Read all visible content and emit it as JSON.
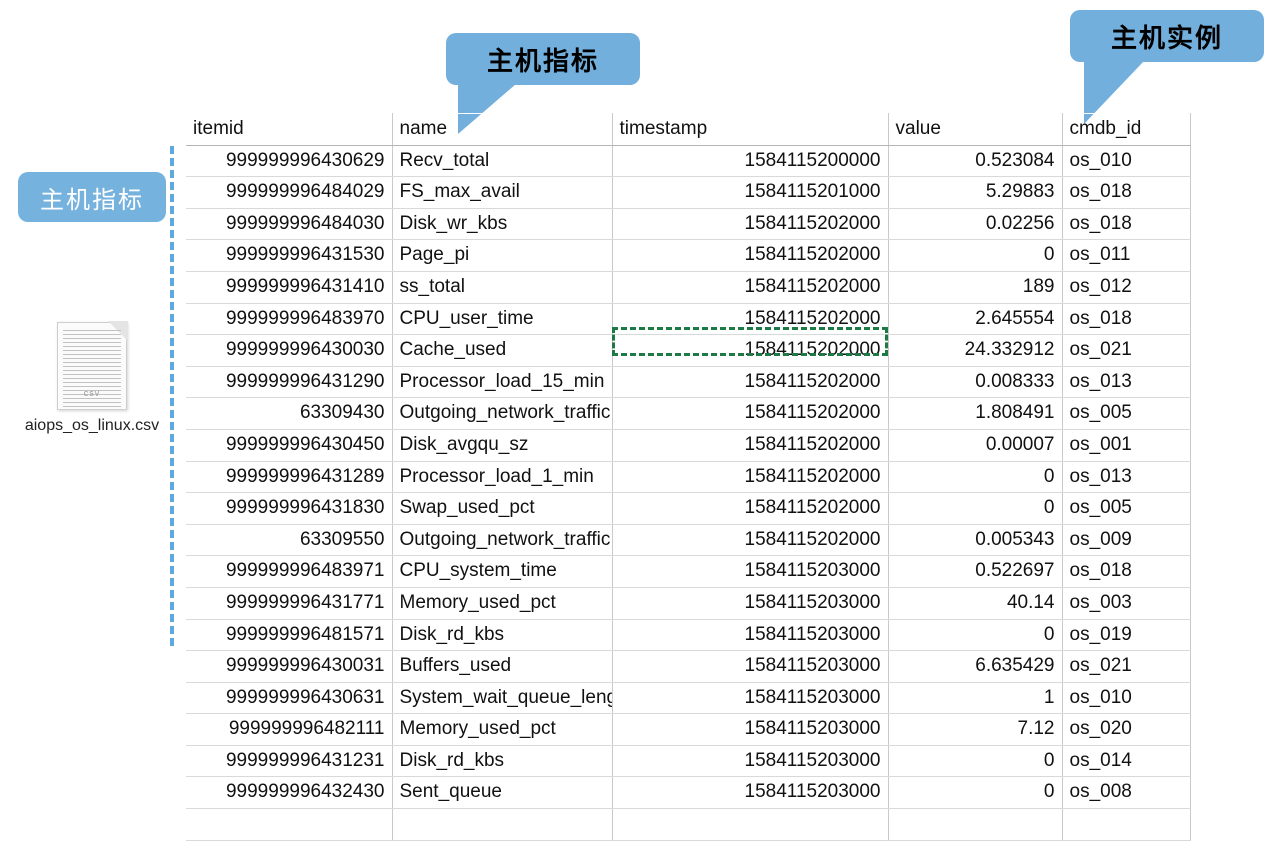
{
  "callouts": {
    "metric": "主机指标",
    "instance": "主机实例"
  },
  "left_label": "主机指标",
  "file": {
    "name": "aiops_os_linux.csv",
    "icon_tag": "csv"
  },
  "table": {
    "columns": [
      "itemid",
      "name",
      "timestamp",
      "value",
      "cmdb_id"
    ],
    "rows": [
      [
        "999999996430629",
        "Recv_total",
        "1584115200000",
        "0.523084",
        "os_010"
      ],
      [
        "999999996484029",
        "FS_max_avail",
        "1584115201000",
        "5.29883",
        "os_018"
      ],
      [
        "999999996484030",
        "Disk_wr_kbs",
        "1584115202000",
        "0.02256",
        "os_018"
      ],
      [
        "999999996431530",
        "Page_pi",
        "1584115202000",
        "0",
        "os_011"
      ],
      [
        "999999996431410",
        "ss_total",
        "1584115202000",
        "189",
        "os_012"
      ],
      [
        "999999996483970",
        "CPU_user_time",
        "1584115202000",
        "2.645554",
        "os_018"
      ],
      [
        "999999996430030",
        "Cache_used",
        "1584115202000",
        "24.332912",
        "os_021"
      ],
      [
        "999999996431290",
        "Processor_load_15_min",
        "1584115202000",
        "0.008333",
        "os_013"
      ],
      [
        "63309430",
        "Outgoing_network_traffic",
        "1584115202000",
        "1.808491",
        "os_005"
      ],
      [
        "999999996430450",
        "Disk_avgqu_sz",
        "1584115202000",
        "0.00007",
        "os_001"
      ],
      [
        "999999996431289",
        "Processor_load_1_min",
        "1584115202000",
        "0",
        "os_013"
      ],
      [
        "999999996431830",
        "Swap_used_pct",
        "1584115202000",
        "0",
        "os_005"
      ],
      [
        "63309550",
        "Outgoing_network_traffic",
        "1584115202000",
        "0.005343",
        "os_009"
      ],
      [
        "999999996483971",
        "CPU_system_time",
        "1584115203000",
        "0.522697",
        "os_018"
      ],
      [
        "999999996431771",
        "Memory_used_pct",
        "1584115203000",
        "40.14",
        "os_003"
      ],
      [
        "999999996481571",
        "Disk_rd_kbs",
        "1584115203000",
        "0",
        "os_019"
      ],
      [
        "999999996430031",
        "Buffers_used",
        "1584115203000",
        "6.635429",
        "os_021"
      ],
      [
        "999999996430631",
        "System_wait_queue_length",
        "1584115203000",
        "1",
        "os_010"
      ],
      [
        "999999996482111",
        "Memory_used_pct",
        "1584115203000",
        "7.12",
        "os_020"
      ],
      [
        "999999996431231",
        "Disk_rd_kbs",
        "1584115203000",
        "0",
        "os_014"
      ],
      [
        "999999996432430",
        "Sent_queue",
        "1584115203000",
        "0",
        "os_008"
      ],
      [
        "",
        "",
        "",
        "",
        ""
      ]
    ],
    "selected_cell": {
      "row_index": 6,
      "column": "timestamp",
      "value": "1584115202000"
    }
  },
  "colors": {
    "callout_blue": "#72afdc",
    "label_blue": "#76b2de",
    "dash_blue": "#5fa8dd",
    "selection_green": "#1e7a44",
    "grid_gray": "#d9d9d9"
  }
}
